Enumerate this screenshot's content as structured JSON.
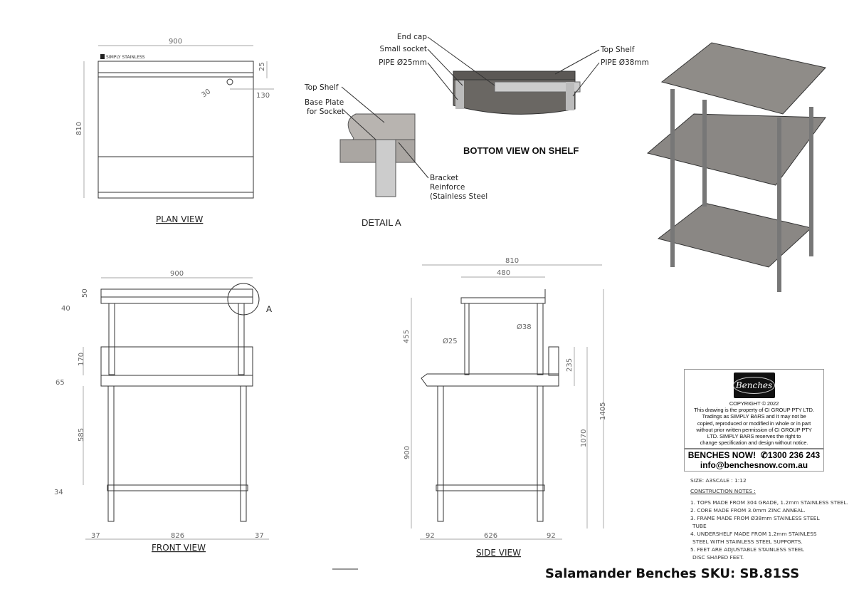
{
  "plan_view": {
    "label": "PLAN VIEW",
    "dims": {
      "width": "900",
      "depth": "810",
      "edge": "25",
      "hole_offset": "130",
      "hole_dia": "30"
    },
    "brand": "SIMPLY STAINLESS"
  },
  "detail_a": {
    "label": "DETAIL A",
    "callouts": [
      "Top    Shelf",
      "Base Plate",
      "for Socket",
      "Bracket",
      "Reinforce",
      "(Stainless Steel"
    ]
  },
  "bottom_view": {
    "label": "BOTTOM VIEW ON SHELF",
    "callouts": [
      "End cap",
      "Small socket",
      "PIPE Ø25mm",
      "Top Shelf",
      "PIPE Ø38mm"
    ]
  },
  "front_view": {
    "label": "FRONT VIEW",
    "marker": "A",
    "dims": {
      "width": "900",
      "top_thick": "50",
      "top_gap": "40",
      "splash": "170",
      "bench_top": "65",
      "leg_height": "585",
      "undershelf": "34",
      "left_inset": "37",
      "inner": "826",
      "right_inset": "37"
    }
  },
  "side_view": {
    "label": "SIDE VIEW",
    "dims": {
      "depth": "810",
      "shelf_depth": "480",
      "pipe_small": "Ø25",
      "pipe_large": "Ø38",
      "shelf_height": "455",
      "splash": "235",
      "total": "1405",
      "bench_height": "1070",
      "work_height": "900",
      "left": "92",
      "inner": "626",
      "right": "92"
    }
  },
  "title_block": {
    "logo_text": "Benches",
    "copyright": "COPYRIGHT © 2022",
    "notice": [
      "This drawing is the property of CI GROUP PTY LTD.",
      "Tradings as SIMPLY BARS and It may not be",
      "copied, reproduced or modified in whole or in part",
      "without prior written permission of CI GROUP PTY",
      "LTD. SIMPLY BARS reserves the right to",
      "change specification and design without notice."
    ],
    "company": "BENCHES NOW!",
    "phone": "1300 236 243",
    "email": "info@benchesnow.com.au"
  },
  "size_scale": "SIZE: A3SCALE : 1:12",
  "notes": {
    "heading": "CONSTRUCTION NOTES :",
    "items": [
      "1. TOPS MADE FROM 304 GRADE, 1.2mm STAINLESS STEEL.",
      "2. CORE MADE FROM 3.0mm ZINC ANNEAL.",
      "3. FRAME MADE FROM Ø38mm STAINLESS STEEL",
      "TUBE",
      "4. UNDERSHELF MADE FROM 1.2mm STAINLESS",
      "STEEL WITH STAINLESS STEEL SUPPORTS.",
      "5. FEET ARE ADJUSTABLE STAINLESS STEEL",
      "DISC SHAPED FEET."
    ]
  },
  "sku_title": "Salamander Benches SKU: SB.81SS"
}
